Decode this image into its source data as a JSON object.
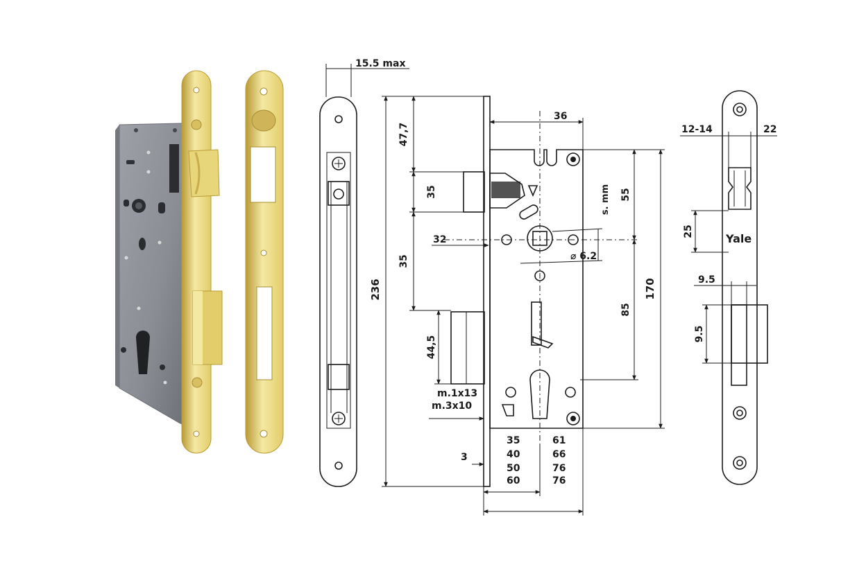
{
  "colors": {
    "brass_light": "#f4e9a3",
    "brass": "#e3cd6a",
    "brass_dark": "#b99a35",
    "steel": "#8e9298",
    "steel_dark": "#5b5f65",
    "line": "#1a1a1a"
  },
  "drawing": {
    "front_plate": {
      "top_width": "15.5 max"
    },
    "lock_body": {
      "total_height": "236",
      "latch_from_top": "47,7",
      "latch_height": "35",
      "latch_to_follower": "35",
      "follower_offset": "32",
      "follower_distance": "36",
      "square_label": "s. mm",
      "square_size": "⌀ 6.2",
      "follower_to_top_right": "55",
      "follower_to_cylinder": "85",
      "case_height": "170",
      "deadbolt_height": "44,5",
      "deadbolt_note_1": "m.1x13",
      "deadbolt_note_2": "m.3x10",
      "plate_thickness": "3",
      "backset_col": [
        "35",
        "40",
        "50",
        "60"
      ],
      "depth_col": [
        "61",
        "66",
        "76",
        "76"
      ]
    },
    "strike_plate": {
      "depth_range": "12-14",
      "right_width": "22",
      "brand": "Yale",
      "latch_pocket": "25",
      "offset_top": "9.5",
      "bolt_pocket": "9.5"
    }
  }
}
